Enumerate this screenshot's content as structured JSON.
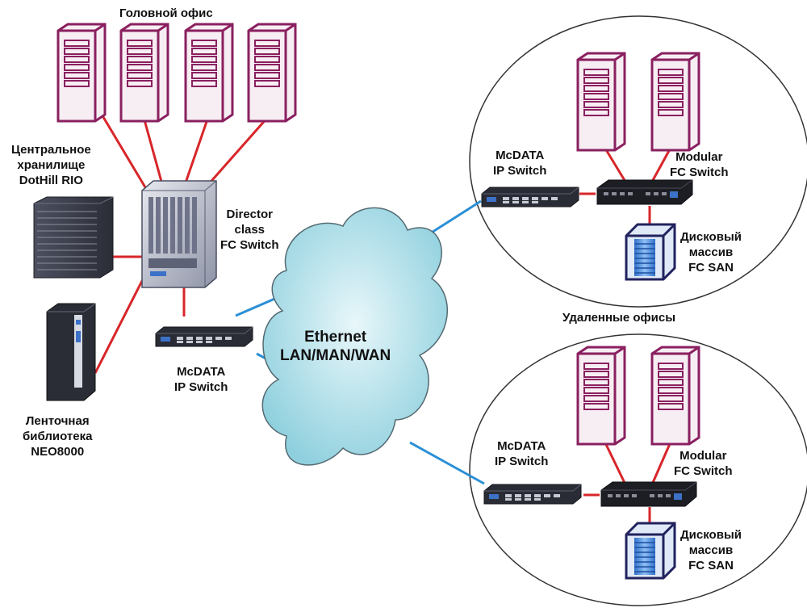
{
  "head_office": {
    "title": "Головной офис",
    "storage_label": [
      "Центральное",
      "хранилище",
      "DotHill RIO"
    ],
    "director_label": [
      "Director",
      "class",
      "FC Switch"
    ],
    "ip_switch_label": [
      "McDATA",
      "IP Switch"
    ],
    "tape_label": [
      "Ленточная",
      "библиотека",
      "NEO8000"
    ]
  },
  "network": {
    "label": [
      "Ethernet",
      "LAN/MAN/WAN"
    ]
  },
  "remote_offices": {
    "title": "Удаленные офисы",
    "top": {
      "ip_switch_label": [
        "McDATA",
        "IP Switch"
      ],
      "fc_switch_label": [
        "Modular",
        "FC Switch"
      ],
      "disk_label": [
        "Дисковый",
        "массив",
        "FC SAN"
      ]
    },
    "bottom": {
      "ip_switch_label": [
        "McDATA",
        "IP Switch"
      ],
      "fc_switch_label": [
        "Modular",
        "FC Switch"
      ],
      "disk_label": [
        "Дисковый",
        "массив",
        "FC SAN"
      ]
    }
  },
  "colors": {
    "server_border": "#8a2060",
    "server_fill": "#f7eef3",
    "fc_link": "#d8262a",
    "ethernet_link": "#2b8fd6",
    "cloud_fill": "#a9dde8",
    "disk_blue": "#4a8fe0",
    "disk_frame": "#22225e"
  }
}
